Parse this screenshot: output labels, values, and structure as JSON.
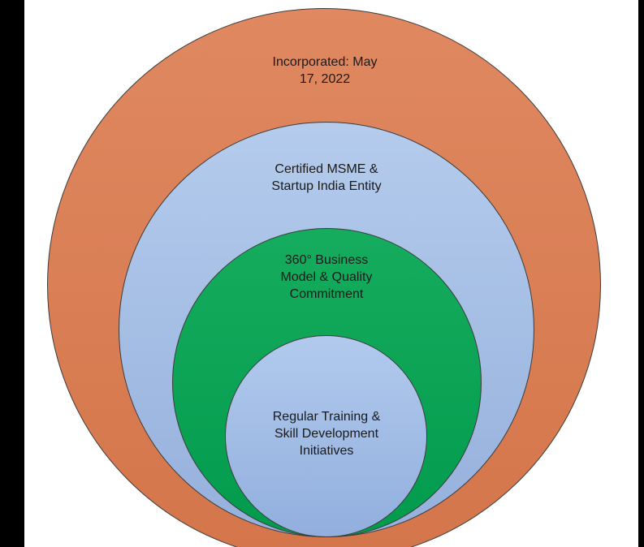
{
  "figure": {
    "type": "nested-circles-diagram",
    "background": "#ffffff",
    "frame_color": "#000000",
    "outline_color": "#3c3c3c",
    "layers": [
      {
        "id": "incorporated",
        "label": "Incorporated: May\n17, 2022",
        "fill": "#DC7B4F"
      },
      {
        "id": "certified-msme",
        "label": "Certified MSME &\nStartup India Entity",
        "fill": "#A4C0E8"
      },
      {
        "id": "business-model",
        "label": "360° Business\nModel & Quality\nCommitment",
        "fill": "#02A551"
      },
      {
        "id": "training-initiatives",
        "label": "Regular Training &\nSkill Development\nInitiatives",
        "fill": "#A0BEE9"
      }
    ]
  }
}
